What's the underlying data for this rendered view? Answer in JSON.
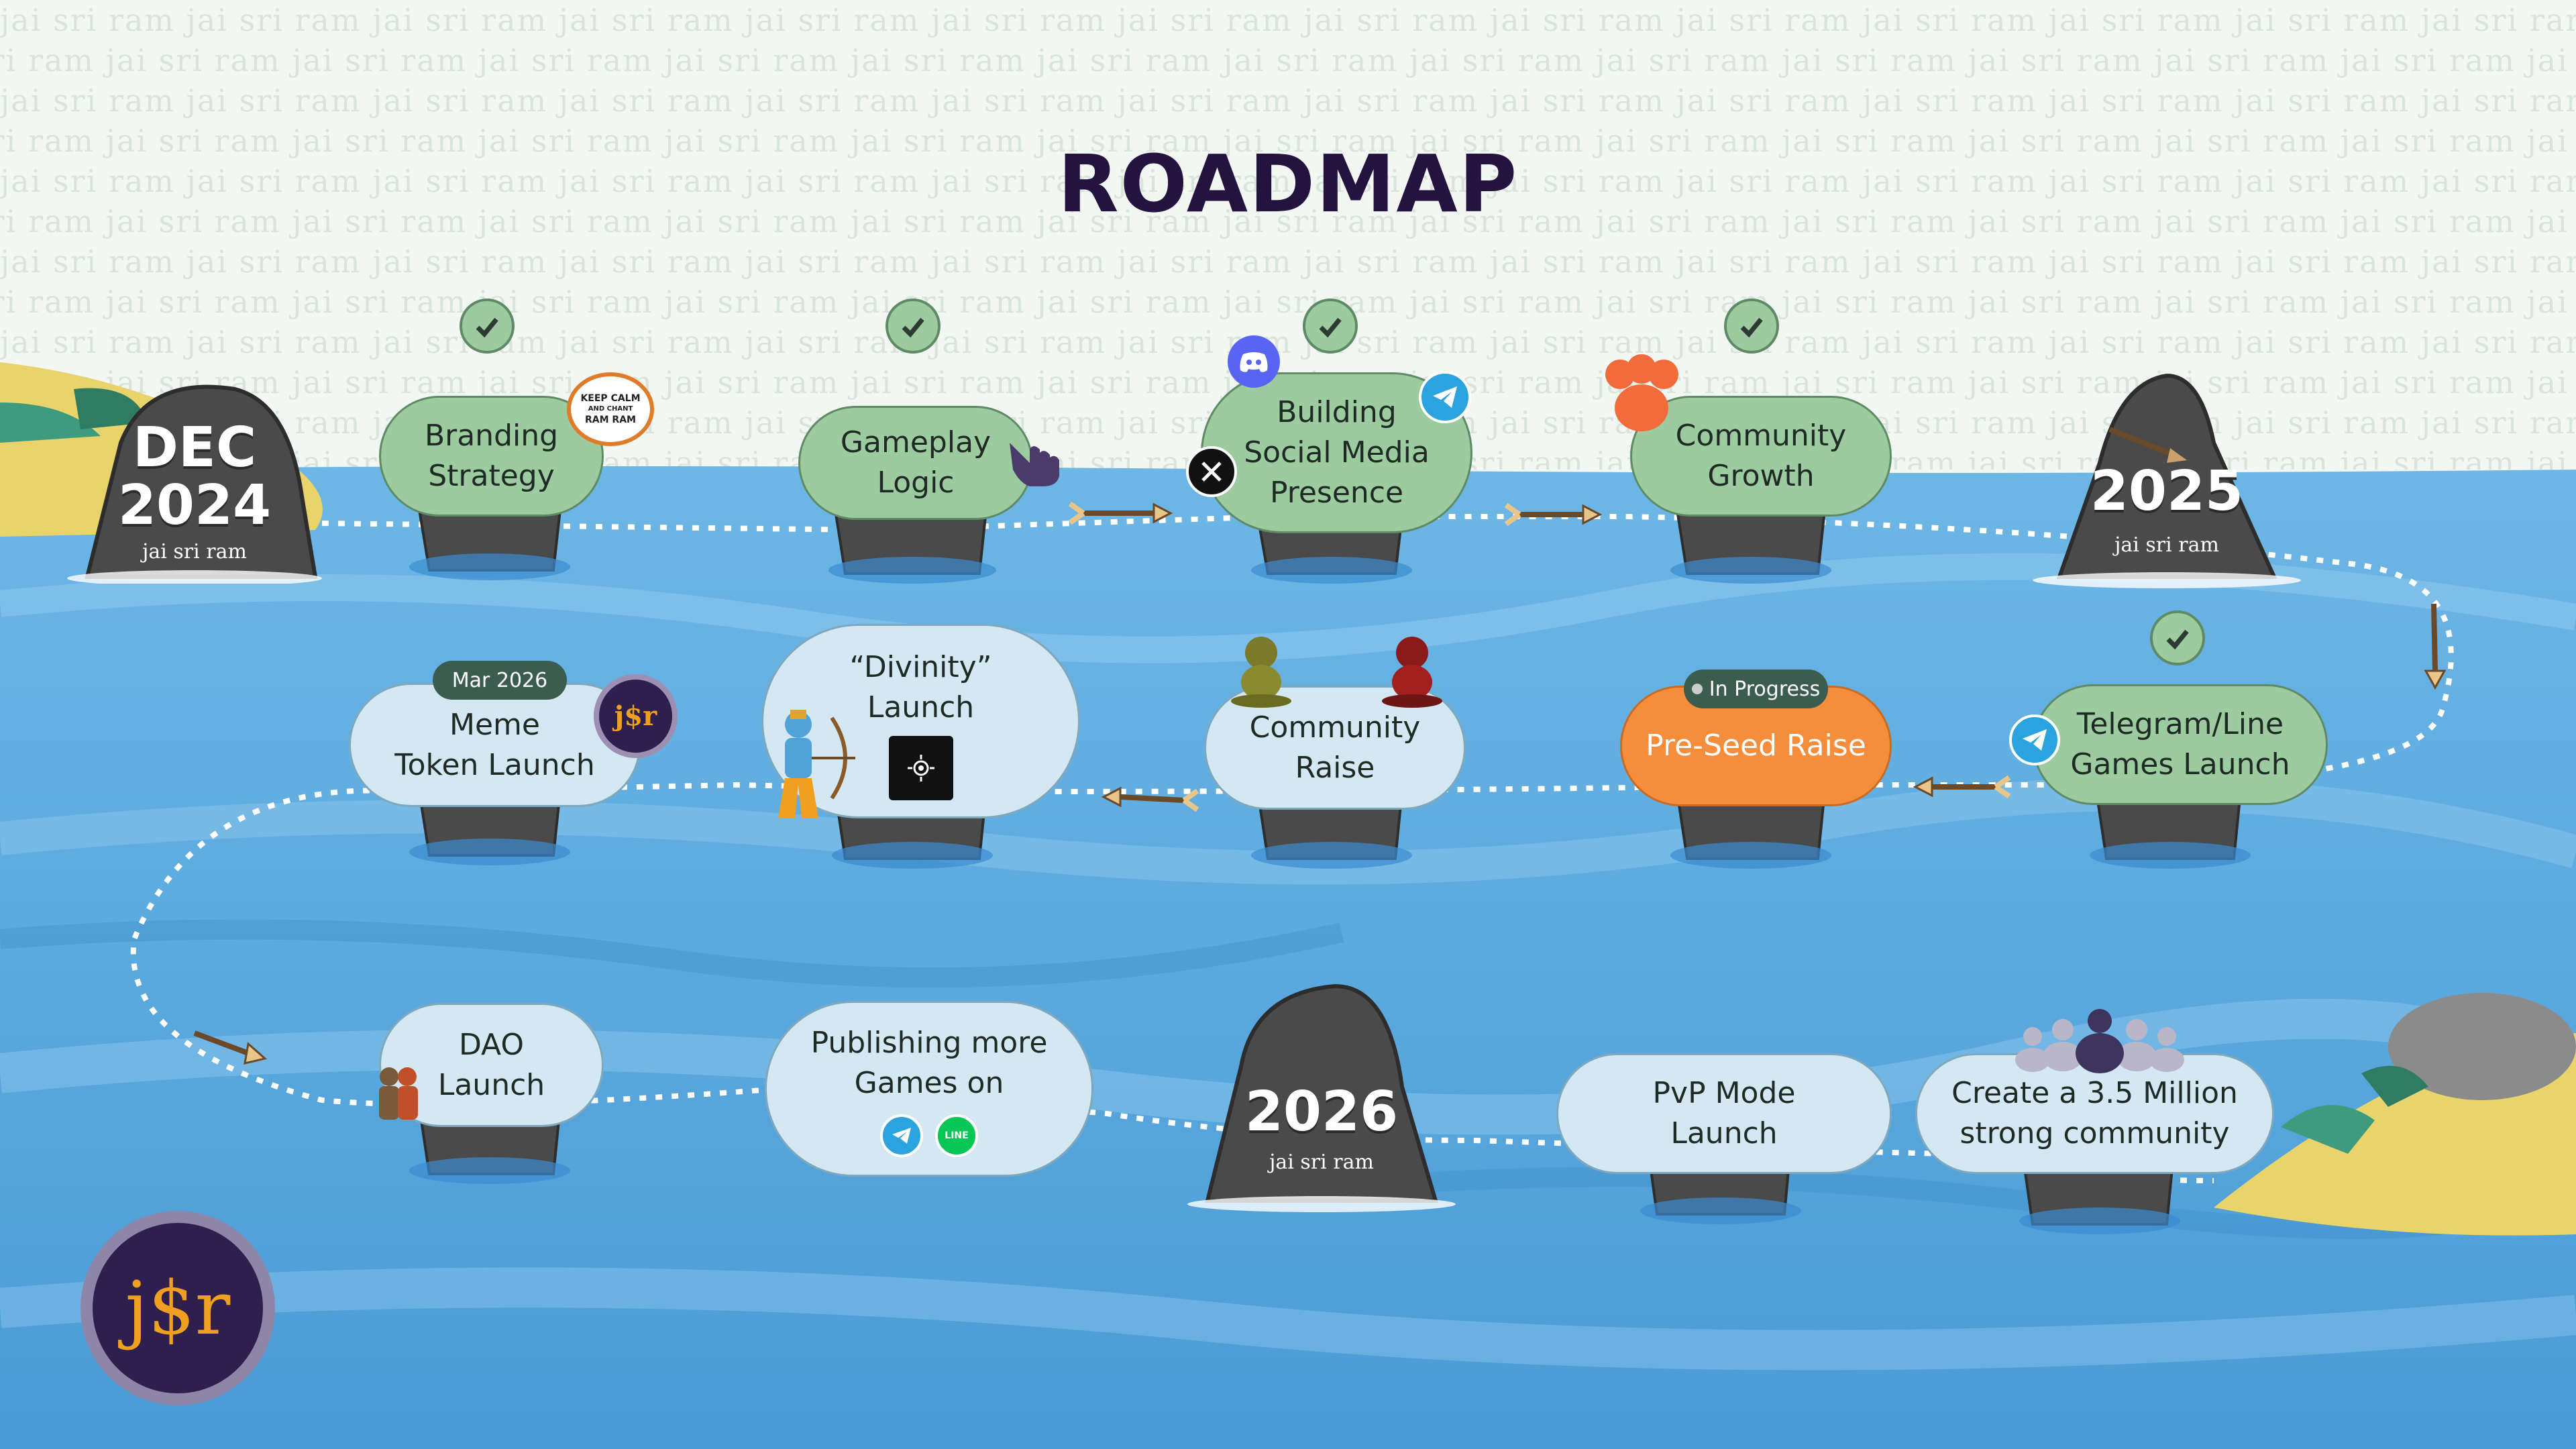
{
  "title": "ROADMAP",
  "background_text": "jai sri ram",
  "rocks": {
    "start": {
      "label_line1": "DEC",
      "label_line2": "2024",
      "sub": "jai sri ram"
    },
    "mid": {
      "label": "2025",
      "sub": "jai sri ram"
    },
    "end": {
      "label": "2026",
      "sub": "jai sri ram"
    }
  },
  "milestones": [
    {
      "id": "branding",
      "lines": [
        "Branding",
        "Strategy"
      ],
      "status": "done",
      "sticker": "KEEP CALM AND CHANT RAM RAM"
    },
    {
      "id": "gameplay",
      "lines": [
        "Gameplay",
        "Logic"
      ],
      "status": "done"
    },
    {
      "id": "social",
      "lines": [
        "Building",
        "Social Media",
        "Presence"
      ],
      "status": "done",
      "icons": [
        "discord-icon",
        "telegram-icon",
        "x-icon"
      ]
    },
    {
      "id": "community-growth",
      "lines": [
        "Community",
        "Growth"
      ],
      "status": "done"
    },
    {
      "id": "telegram-line",
      "lines": [
        "Telegram/Line",
        "Games Launch"
      ],
      "status": "done",
      "icons": [
        "telegram-icon"
      ]
    },
    {
      "id": "preseed",
      "lines": [
        "Pre-Seed Raise"
      ],
      "status": "in-progress",
      "badge": "In Progress"
    },
    {
      "id": "community-raise",
      "lines": [
        "Community",
        "Raise"
      ],
      "status": "upcoming"
    },
    {
      "id": "divinity",
      "lines": [
        "“Divinity”",
        "Launch"
      ],
      "status": "upcoming"
    },
    {
      "id": "meme-token",
      "lines": [
        "Meme",
        "Token Launch"
      ],
      "status": "upcoming",
      "badge": "Mar 2026",
      "logo": "j$r"
    },
    {
      "id": "dao",
      "lines": [
        "DAO",
        "Launch"
      ],
      "status": "upcoming"
    },
    {
      "id": "publishing",
      "lines": [
        "Publishing more",
        "Games on"
      ],
      "status": "upcoming",
      "icons": [
        "telegram-icon",
        "line-icon"
      ],
      "line_icon_text": "LINE"
    },
    {
      "id": "pvp",
      "lines": [
        "PvP Mode",
        "Launch"
      ],
      "status": "upcoming"
    },
    {
      "id": "community-3-5m",
      "lines": [
        "Create a 3.5 Million",
        "strong community"
      ],
      "status": "upcoming"
    }
  ],
  "sticker": {
    "line1": "KEEP CALM",
    "line2": "AND CHANT",
    "line3": "RAM RAM"
  },
  "logo": {
    "text": "j$r"
  },
  "colors": {
    "done": "#9bcb9f",
    "in_progress": "#f58e3c",
    "upcoming": "#d3e8f2",
    "sea": "#5aa9de",
    "title": "#24123f"
  }
}
